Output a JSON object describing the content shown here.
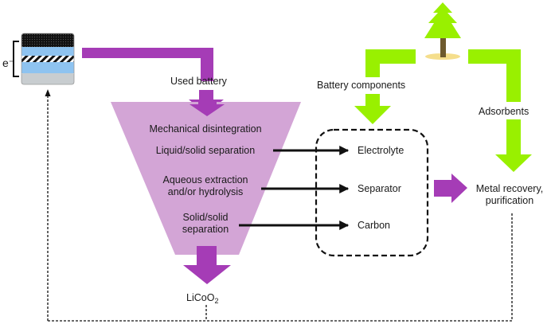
{
  "diagram": {
    "battery": {
      "electron_label": "e⁻"
    },
    "labels": {
      "used_battery": "Used battery",
      "battery_components": "Battery components",
      "adsorbents": "Adsorbents",
      "metal_recovery_line1": "Metal recovery,",
      "metal_recovery_line2": "purification",
      "product_main": "LiCoO",
      "product_sub": "2"
    },
    "funnel_steps": [
      {
        "line1": "Mechanical disintegration",
        "line2": ""
      },
      {
        "line1": "Liquid/solid separation",
        "line2": ""
      },
      {
        "line1": "Aqueous extraction",
        "line2": "and/or hydrolysis"
      },
      {
        "line1": "Solid/solid",
        "line2": "separation"
      }
    ],
    "components": [
      "Electrolyte",
      "Separator",
      "Carbon"
    ],
    "colors": {
      "purple_arrow": "#a53cb6",
      "funnel": "#d3a5d6",
      "green_arrow": "#99f000",
      "tree_trunk": "#6e5a2e",
      "tree_ground": "#f5de8c",
      "battery_top": "#111111",
      "battery_middle": "#8ec3f0",
      "battery_bottom": "#c8cdd0"
    }
  }
}
